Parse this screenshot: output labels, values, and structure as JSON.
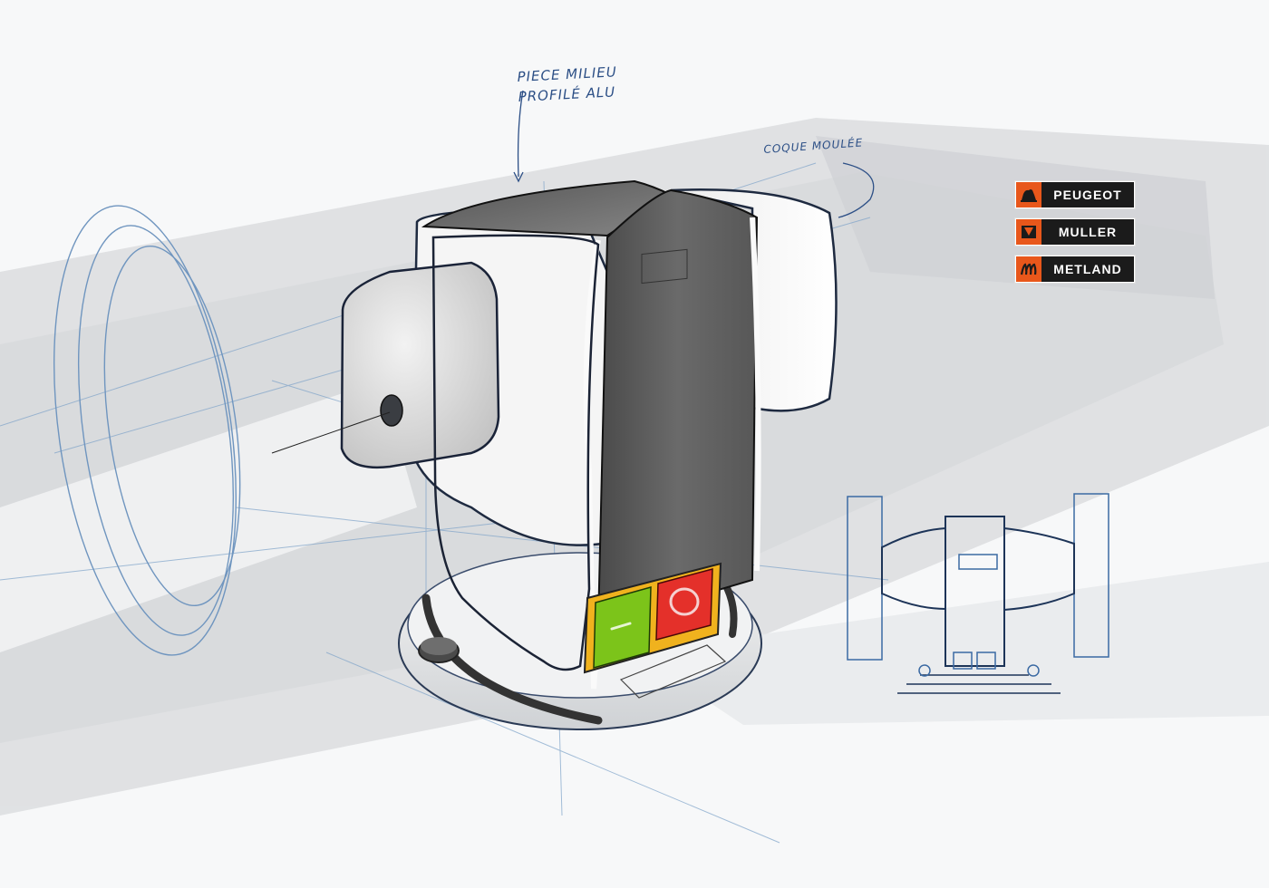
{
  "sketch": {
    "subject": "bench grinder concept sketch",
    "annotations": {
      "piece_line1": "PIECE MILIEU",
      "piece_line2": "PROFILÉ ALU",
      "coque": "COQUE MOULÉE"
    },
    "controls": {
      "start_button_color": "#7cc41a",
      "stop_button_color": "#e4302a",
      "button_frame_color": "#f0b21e"
    },
    "body_color": "#5e5e5e"
  },
  "brands": [
    {
      "name": "PEUGEOT",
      "mark": "lion-icon"
    },
    {
      "name": "MULLER",
      "mark": "v-icon"
    },
    {
      "name": "METLAND",
      "mark": "m-icon"
    }
  ],
  "colors": {
    "brand_orange": "#e8571b",
    "brand_black": "#1b1b1b",
    "sketch_blue": "#2c4f86"
  }
}
